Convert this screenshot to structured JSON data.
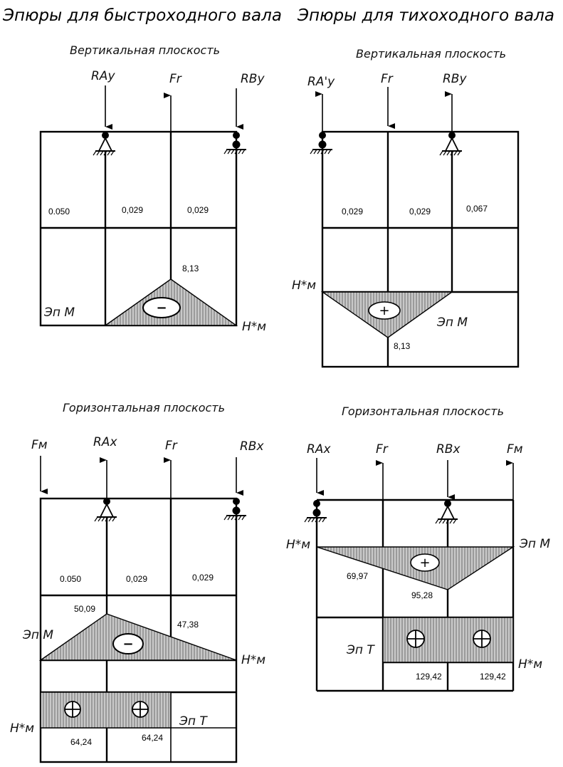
{
  "titles": {
    "fast_shaft": "Эпюры для быстроходного вала",
    "slow_shaft": "Эпюры для тихоходного вала"
  },
  "fast_vertical": {
    "heading": "Вертикальная плоскость",
    "forces": {
      "ra": "RAy",
      "fr": "Fr",
      "rb": "RBy"
    },
    "lengths": [
      "0.050",
      "0,029",
      "0,029"
    ],
    "moment_value": "8,13",
    "moment_sign": "−",
    "moment_label": "Эп М",
    "unit": "Н*м"
  },
  "slow_vertical": {
    "heading": "Вертикальная плоскость",
    "forces": {
      "ra": "RA'y",
      "fr": "Fr",
      "rb": "RBy"
    },
    "lengths": [
      "0,029",
      "0,029",
      "0,067"
    ],
    "moment_value": "8,13",
    "moment_sign": "+",
    "moment_label": "Эп М",
    "unit": "Н*м"
  },
  "fast_horizontal": {
    "heading": "Горизонтальная плоскость",
    "forces": {
      "fm": "Fм",
      "ra": "RAx",
      "fr": "Fr",
      "rb": "RBx"
    },
    "lengths": [
      "0.050",
      "0,029",
      "0,029"
    ],
    "moment_values": [
      "50,09",
      "47,38"
    ],
    "moment_sign": "−",
    "moment_label": "Эп М",
    "moment_unit": "Н*м",
    "torque_values": [
      "64,24",
      "64,24"
    ],
    "torque_label": "Эп Т",
    "torque_unit": "Н*м"
  },
  "slow_horizontal": {
    "heading": "Горизонтальная плоскость",
    "forces": {
      "ra": "RAx",
      "fr": "Fr",
      "rb": "RBx",
      "fm": "Fм"
    },
    "moment_values": [
      "69,97",
      "95,28"
    ],
    "moment_sign": "+",
    "moment_label": "Эп М",
    "moment_unit": "Н*м",
    "torque_values": [
      "129,42",
      "129,42"
    ],
    "torque_label": "Эп Т",
    "torque_unit": "Н*м"
  }
}
